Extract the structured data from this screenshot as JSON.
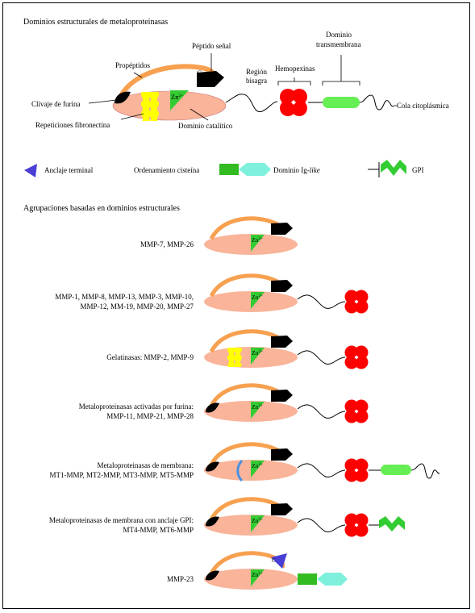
{
  "section1": {
    "title": "Dominios estructurales de metaloproteinasas",
    "labels": {
      "peptido_senal": "Péptido señal",
      "propeptidos": "Propéptidos",
      "region_bisagra_1": "Región",
      "region_bisagra_2": "bisagra",
      "hemopexinas": "Hemopexinas",
      "dominio_tm_1": "Dominio",
      "dominio_tm_2": "transmembrana",
      "clivaje_furina": "Clivaje de furina",
      "cola_citoplasmica": "Cola citoplásmica",
      "repeticiones_fibronectina": "Repeticiones fibronectina",
      "dominio_catalitico": "Dominio catalítico",
      "c_letter": "C",
      "zn": "Zn",
      "zn_sup": "2+"
    }
  },
  "legend": {
    "anclaje_terminal": "Anclaje terminal",
    "ordenamiento_cisteina": "Ordenamiento cisteína",
    "dominio_ig_prefix": "Dominio Ig-",
    "dominio_ig_italic": "like",
    "gpi": "GPI"
  },
  "section2": {
    "title": "Agrupaciones basadas en dominios estructurales",
    "groups": [
      {
        "lines": [
          "MMP-7, MMP-26"
        ],
        "furin": false,
        "fibronectin": false,
        "hemopexin": false,
        "transmembrane": false,
        "gpi": false,
        "terminal_anchor": false,
        "cysteine_ig": false
      },
      {
        "lines": [
          "MMP-1, MMP-8, MMP-13, MMP-3, MMP-10,",
          "MMP-12, MM-19, MMP-20, MMP-27"
        ],
        "furin": false,
        "fibronectin": false,
        "hemopexin": true,
        "transmembrane": false,
        "gpi": false,
        "terminal_anchor": false,
        "cysteine_ig": false
      },
      {
        "lines": [
          "Gelatinasas: MMP-2, MMP-9"
        ],
        "furin": false,
        "fibronectin": true,
        "hemopexin": true,
        "transmembrane": false,
        "gpi": false,
        "terminal_anchor": false,
        "cysteine_ig": false
      },
      {
        "lines": [
          "Metaloproteinasas activadas por furina:",
          "MMP-11, MMP-21, MMP-28"
        ],
        "furin": true,
        "fibronectin": false,
        "hemopexin": true,
        "transmembrane": false,
        "gpi": false,
        "terminal_anchor": false,
        "cysteine_ig": false
      },
      {
        "lines": [
          "Metaloproteinasas de membrana:",
          "MT1-MMP, MT2-MMP, MT3-MMP, MT5-MMP"
        ],
        "furin": true,
        "fibronectin": false,
        "hemopexin": true,
        "transmembrane": true,
        "gpi": false,
        "terminal_anchor": false,
        "cysteine_ig": false
      },
      {
        "lines": [
          "Metaloproteinasas de membrana con anclaje GPI:",
          "MT4-MMP, MT6-MMP"
        ],
        "furin": true,
        "fibronectin": false,
        "hemopexin": true,
        "transmembrane": false,
        "gpi": true,
        "terminal_anchor": false,
        "cysteine_ig": false
      },
      {
        "lines": [
          "MMP-23"
        ],
        "furin": true,
        "fibronectin": false,
        "hemopexin": false,
        "transmembrane": false,
        "gpi": false,
        "terminal_anchor": true,
        "cysteine_ig": true
      }
    ]
  },
  "colors": {
    "catalytic": "#f9b49a",
    "propeptide": "#f7a04f",
    "signal": "#000000",
    "zinc": "#33cc33",
    "hemopexin": "#ff0000",
    "transmembrane": "#66ee55",
    "fibronectin": "#ffff00",
    "terminal_anchor": "#4a3fd4",
    "cysteine": "#33bb22",
    "ig_like": "#7ff0dc",
    "gpi": "#33cc33",
    "membrane_insert": "#4a90e2"
  }
}
